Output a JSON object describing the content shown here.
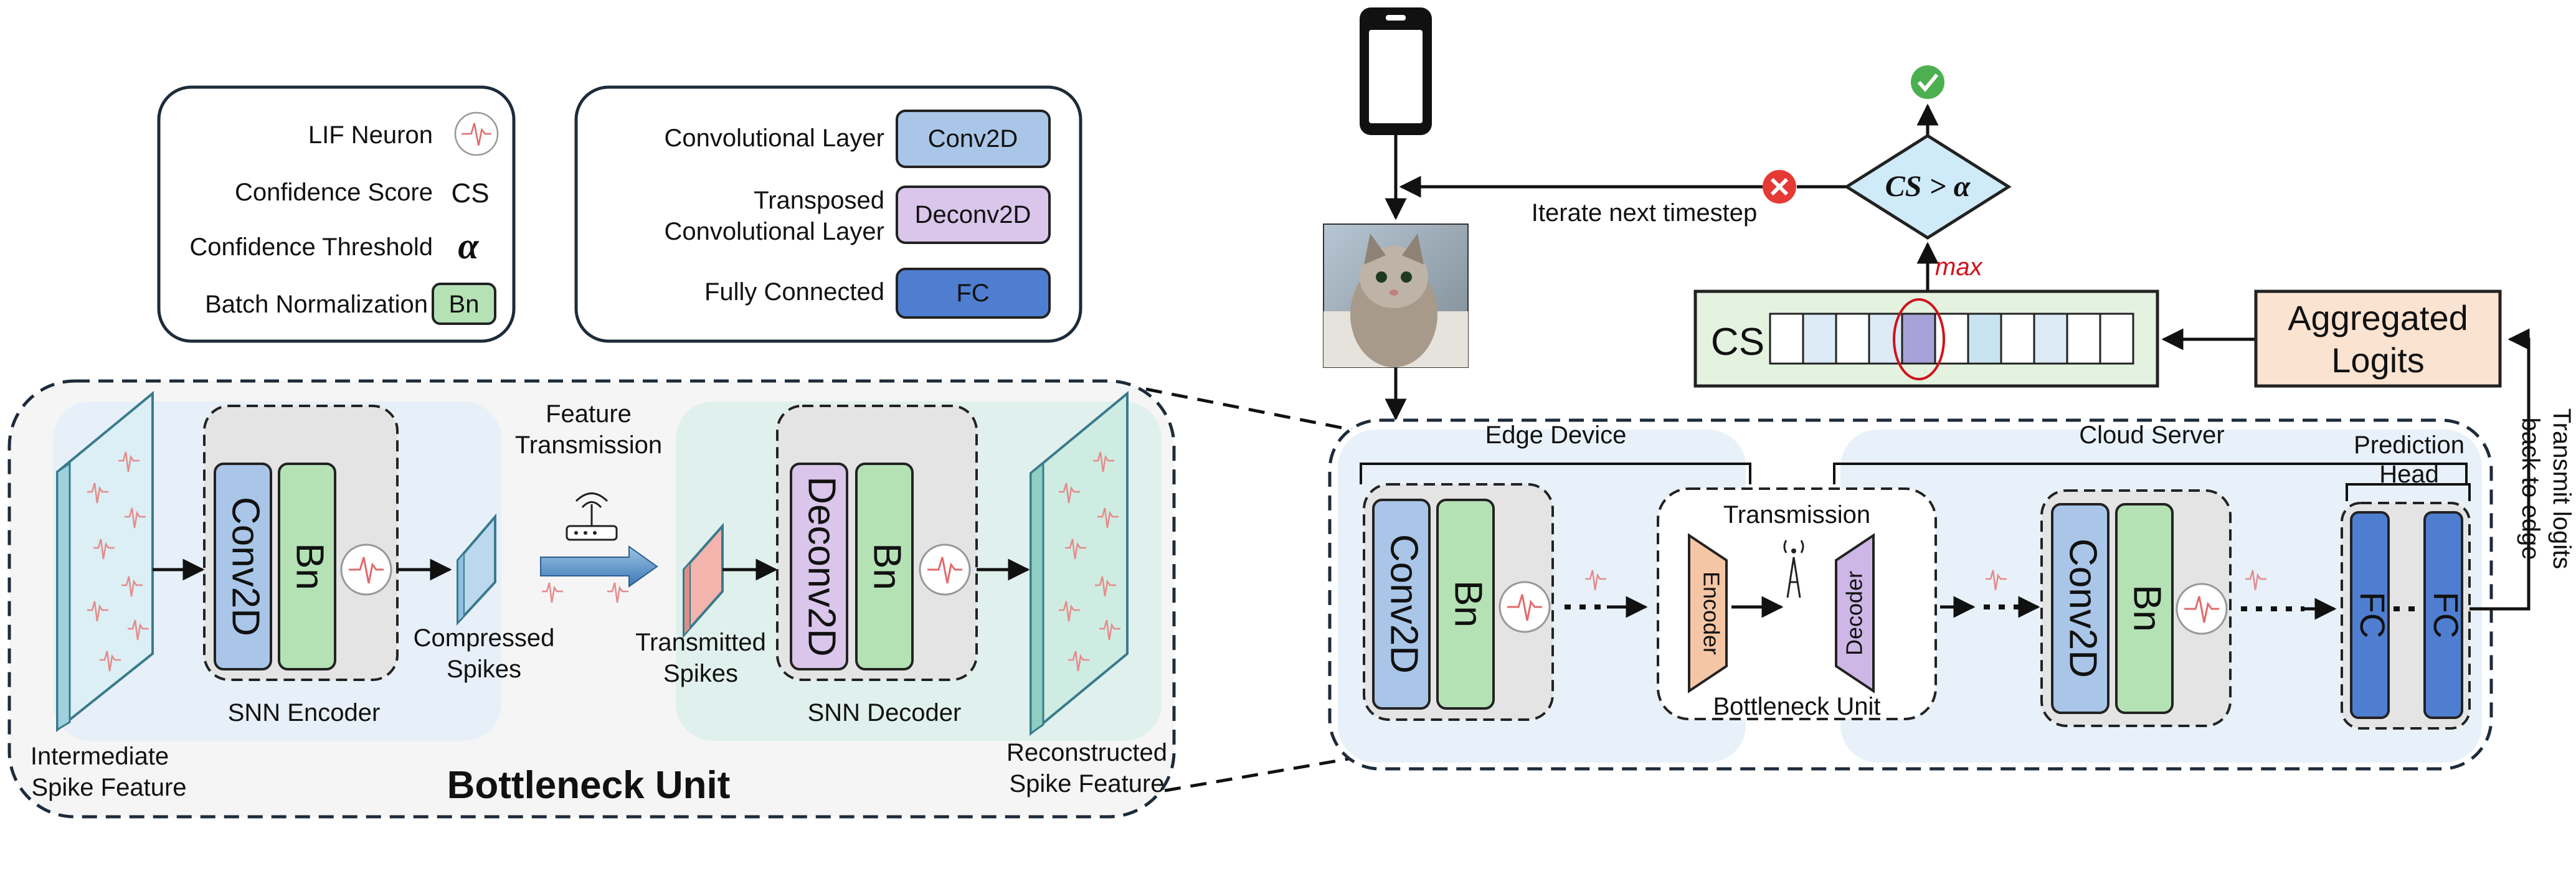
{
  "legend_left": {
    "lif_neuron": "LIF Neuron",
    "confidence_score": "Confidence Score",
    "confidence_score_symbol": "CS",
    "confidence_threshold": "Confidence Threshold",
    "confidence_threshold_symbol": "α",
    "batch_norm": "Batch Normalization",
    "batch_norm_symbol": "Bn"
  },
  "legend_right": {
    "conv_label": "Convolutional Layer",
    "conv_block": "Conv2D",
    "deconv_label_line1": "Transposed",
    "deconv_label_line2": "Convolutional Layer",
    "deconv_block": "Deconv2D",
    "fc_label": "Fully Connected",
    "fc_block": "FC"
  },
  "bottleneck_detail": {
    "title": "Bottleneck Unit",
    "input_feature_line1": "Intermediate",
    "input_feature_line2": "Spike Feature",
    "encoder_label": "SNN Encoder",
    "encoder_conv": "Conv2D",
    "encoder_bn": "Bn",
    "compressed_line1": "Compressed",
    "compressed_line2": "Spikes",
    "transmission_line1": "Feature",
    "transmission_line2": "Transmission",
    "transmitted_line1": "Transmitted",
    "transmitted_line2": "Spikes",
    "decoder_label": "SNN Decoder",
    "decoder_deconv": "Deconv2D",
    "decoder_bn": "Bn",
    "output_feature_line1": "Reconstructed",
    "output_feature_line2": "Spike Feature"
  },
  "pipeline": {
    "edge_device": "Edge Device",
    "cloud_server": "Cloud Server",
    "prediction_head_line1": "Prediction",
    "prediction_head_line2": "Head",
    "transmission": "Transmission",
    "bottleneck_unit": "Bottleneck Unit",
    "edge_conv": "Conv2D",
    "edge_bn": "Bn",
    "encoder": "Encoder",
    "decoder": "Decoder",
    "cloud_conv": "Conv2D",
    "cloud_bn": "Bn",
    "fc1": "FC",
    "fc2": "FC",
    "transmit_back_line1": "Transmit logits",
    "transmit_back_line2": "back to edge"
  },
  "decision": {
    "cs_label": "CS",
    "max_label": "max",
    "aggregated_line1": "Aggregated",
    "aggregated_line2": "Logits",
    "condition": "CS > α",
    "iterate": "Iterate next timestep"
  },
  "colors": {
    "conv_blue": "#a9c6e8",
    "bn_green": "#b5e2b5",
    "deconv_purple": "#d9c6ea",
    "fc_blue": "#4f7ed0",
    "encoder_orange": "#f5c6a5",
    "decoder_purple": "#cdb7e6",
    "diamond_blue": "#cfeaf8",
    "aggregated_peach": "#fbe3d1",
    "cs_panel_green": "#e3f3e0",
    "success_green": "#4caf50",
    "fail_red": "#e53935",
    "max_red": "#d0121b"
  }
}
